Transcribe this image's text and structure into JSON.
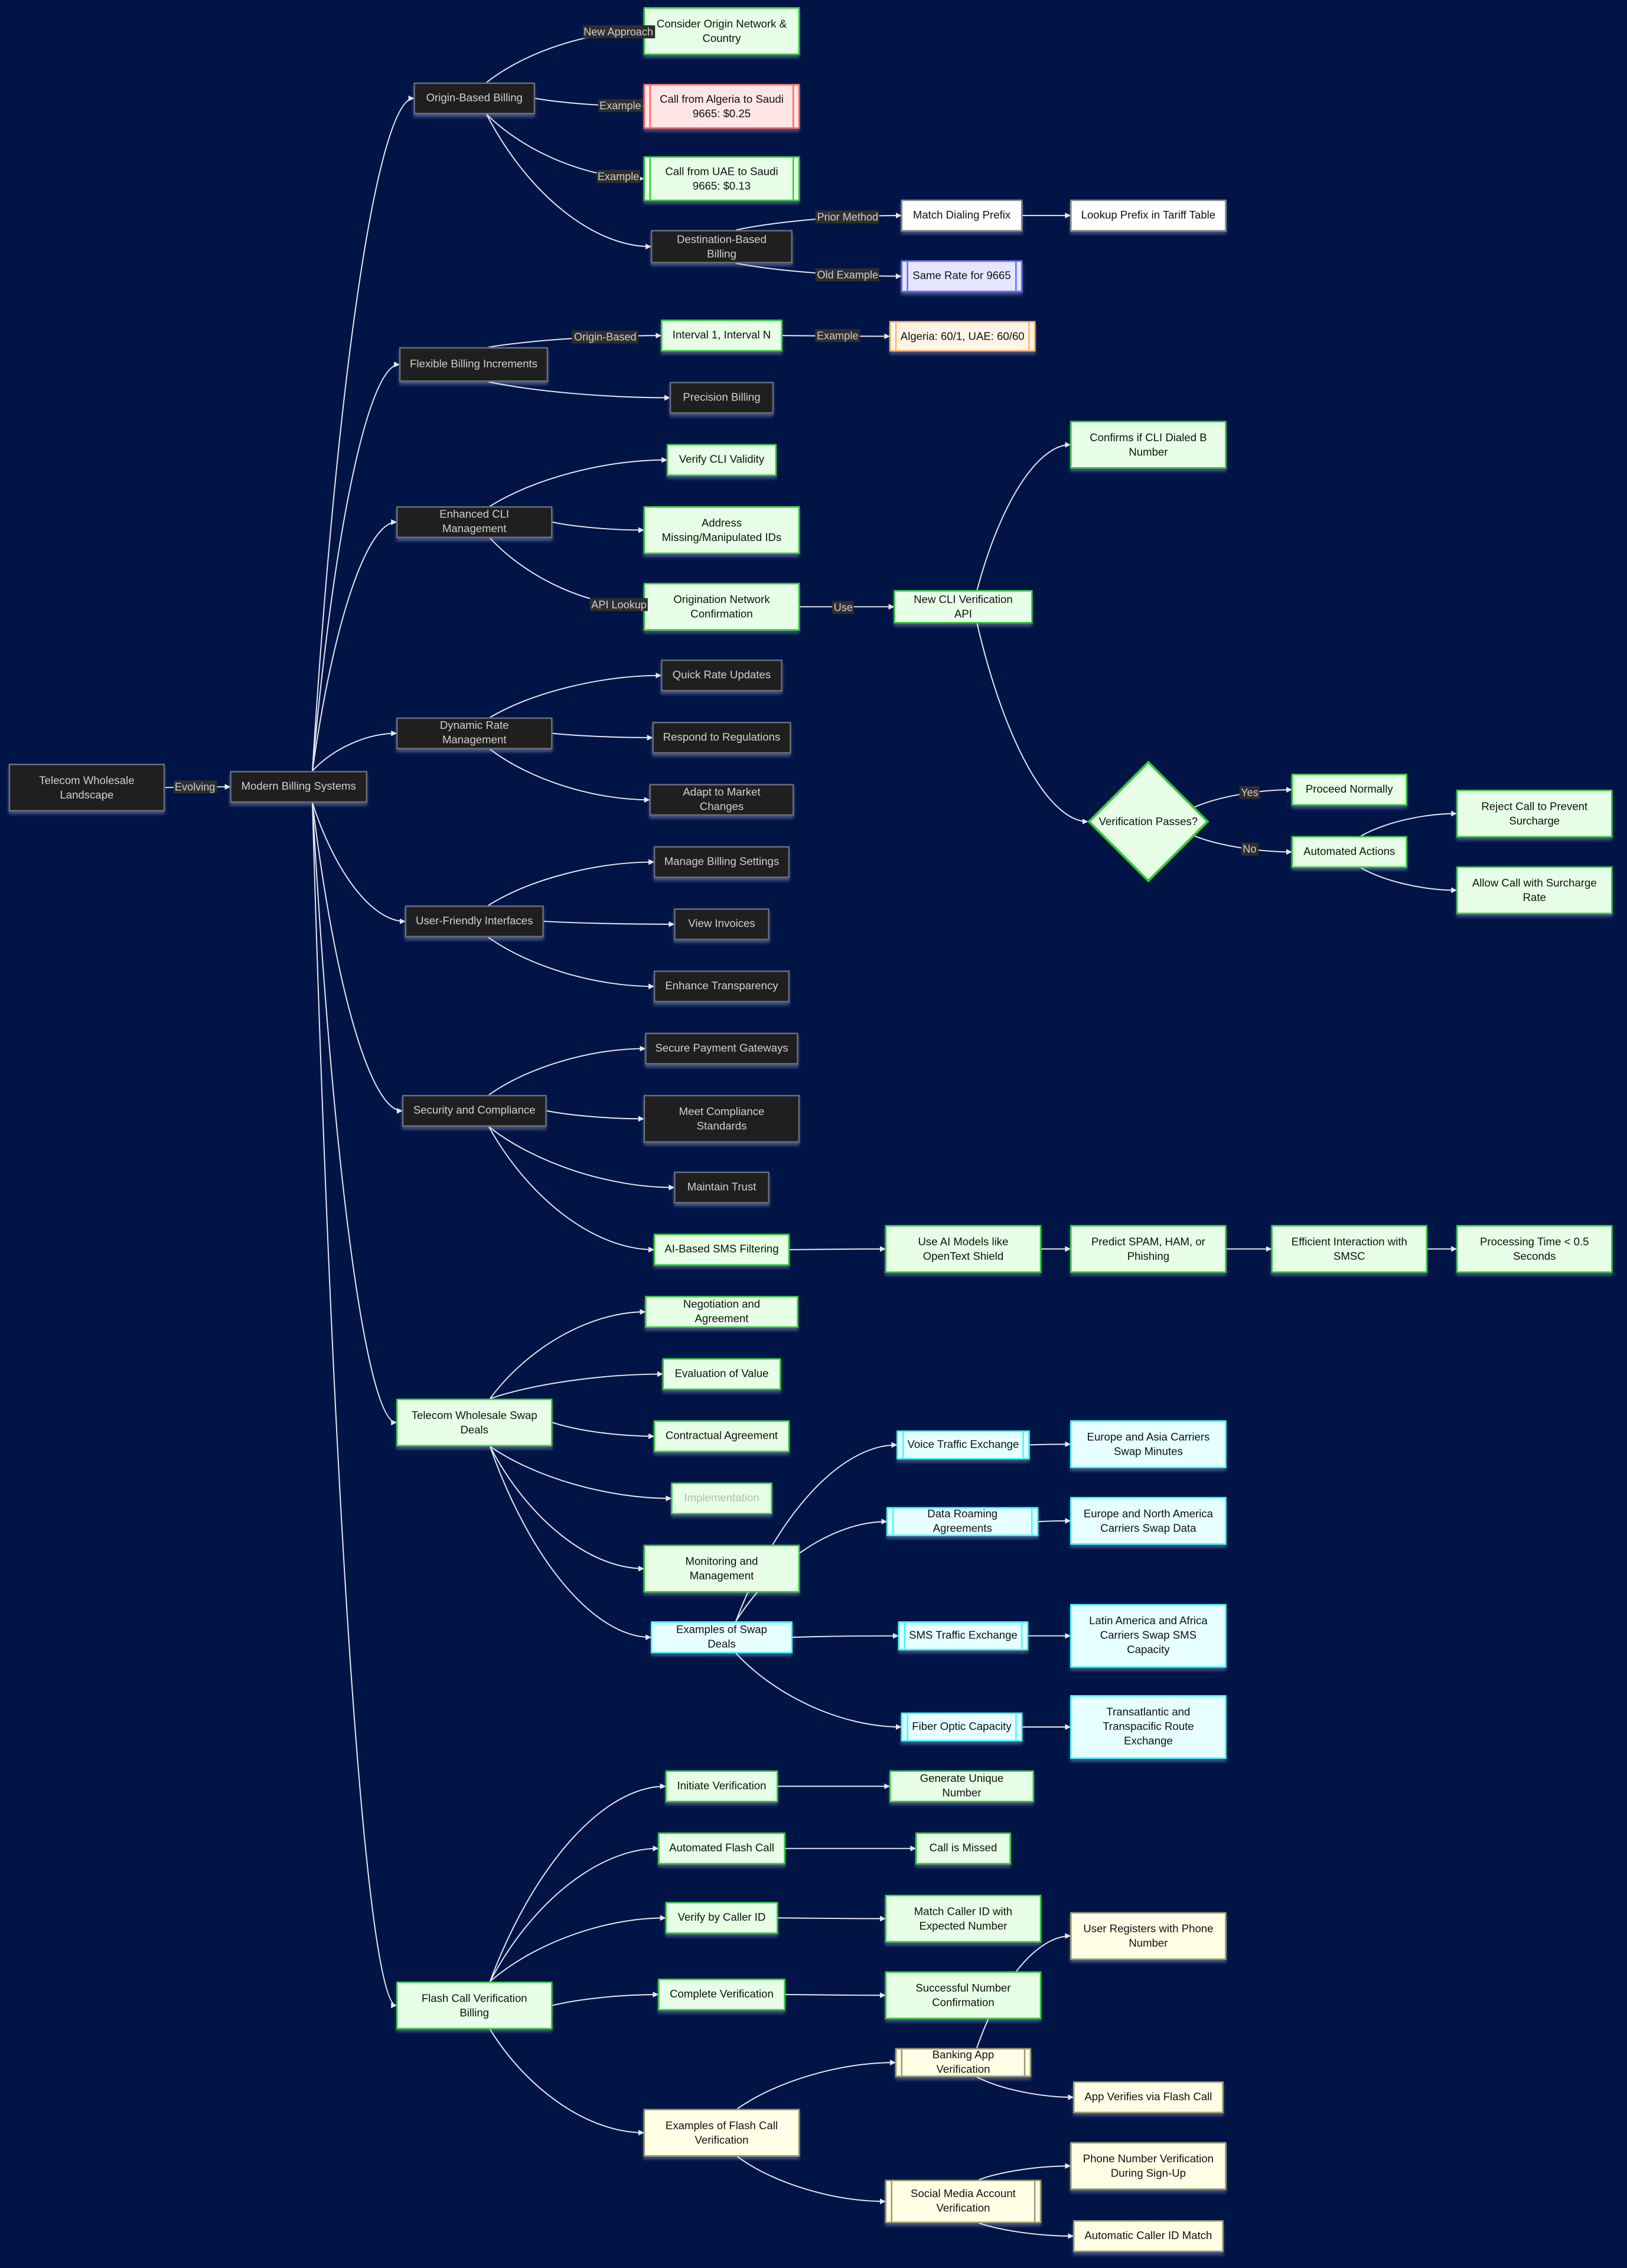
{
  "title": "Telecom Wholesale Landscape",
  "colors": {
    "background": "#001446",
    "edge": "#e8e8f0",
    "green": "#33cc33",
    "cyan": "#33ffff",
    "red": "#ff6666",
    "yellow": "#999966",
    "lavender": "#6666ff",
    "orange": "#ffb366"
  },
  "nodes": {
    "root": "Telecom Wholesale Landscape",
    "mbs": "Modern Billing Systems",
    "obb": "Origin-Based Billing",
    "com": "Consider Origin Network & Country",
    "alg": "Call from Algeria to Saudi 9665: $0.25",
    "uae": "Call from UAE to Saudi 9665: $0.13",
    "dbb": "Destination-Based Billing",
    "mdp": "Match Dialing Prefix",
    "lpt": "Lookup Prefix in Tariff Table",
    "srf": "Same Rate for 9665",
    "fbi": "Flexible Billing Increments",
    "int": "Interval 1, Interval N",
    "alg2": "Algeria: 60/1, UAE: 60/60",
    "pb": "Precision Billing",
    "ecm": "Enhanced CLI Management",
    "vcv": "Verify CLI Validity",
    "amm": "Address Missing/Manipulated IDs",
    "onc": "Origination Network Confirmation",
    "ncv": "New CLI Verification API",
    "cdb": "Confirms if CLI Dialed B Number",
    "vp": "Verification Passes?",
    "pn": "Proceed Normally",
    "aa": "Automated Actions",
    "rcp": "Reject Call to Prevent Surcharge",
    "acs": "Allow Call with Surcharge Rate",
    "drm": "Dynamic Rate Management",
    "qru": "Quick Rate Updates",
    "rtr": "Respond to Regulations",
    "amc": "Adapt to Market Changes",
    "ufi": "User-Friendly Interfaces",
    "mbs2": "Manage Billing Settings",
    "vi": "View Invoices",
    "et": "Enhance Transparency",
    "sc": "Security and Compliance",
    "spg": "Secure Payment Gateways",
    "mcs": "Meet Compliance Standards",
    "mt": "Maintain Trust",
    "ais": "AI-Based SMS Filtering",
    "uai": "Use AI Models like OpenText Shield",
    "psh": "Predict SPAM, HAM, or Phishing",
    "eis": "Efficient Interaction with SMSC",
    "pt": "Processing Time < 0.5 Seconds",
    "tws": "Telecom Wholesale Swap Deals",
    "na": "Negotiation and Agreement",
    "ev": "Evaluation of Value",
    "ca": "Contractual Agreement",
    "imp": "Implementation",
    "mm": "Monitoring and Management",
    "esd": "Examples of Swap Deals",
    "vte": "Voice Traffic Exchange",
    "dra": "Data Roaming Agreements",
    "ste": "SMS Traffic Exchange",
    "foc": "Fiber Optic Capacity",
    "eas": "Europe and Asia Carriers Swap Minutes",
    "ena": "Europe and North America Carriers Swap Data",
    "lac": "Latin America and Africa Carriers Swap SMS Capacity",
    "ttr": "Transatlantic and Transpacific Route Exchange",
    "fcv": "Flash Call Verification Billing",
    "ifv": "Initiate Verification",
    "gun": "Generate Unique Number",
    "afc": "Automated Flash Call",
    "cim": "Call is Missed",
    "vci": "Verify by Caller ID",
    "mci": "Match Caller ID with Expected Number",
    "cv": "Complete Verification",
    "snc": "Successful Number Confirmation",
    "efc": "Examples of Flash Call Verification",
    "bav": "Banking App Verification",
    "sma": "Social Media Account Verification",
    "urp": "User Registers with Phone Number",
    "avf": "App Verifies via Flash Call",
    "pnv": "Phone Number Verification During Sign-Up",
    "acm": "Automatic Caller ID Match"
  },
  "edges": [
    {
      "from": "root",
      "to": "mbs",
      "label": "Evolving"
    },
    {
      "from": "mbs",
      "to": "obb"
    },
    {
      "from": "mbs",
      "to": "fbi"
    },
    {
      "from": "mbs",
      "to": "ecm"
    },
    {
      "from": "mbs",
      "to": "drm"
    },
    {
      "from": "mbs",
      "to": "ufi"
    },
    {
      "from": "mbs",
      "to": "sc"
    },
    {
      "from": "mbs",
      "to": "tws"
    },
    {
      "from": "mbs",
      "to": "fcv"
    },
    {
      "from": "obb",
      "to": "com",
      "label": "New Approach"
    },
    {
      "from": "obb",
      "to": "alg",
      "label": "Example"
    },
    {
      "from": "obb",
      "to": "uae",
      "label": "Example"
    },
    {
      "from": "obb",
      "to": "dbb"
    },
    {
      "from": "dbb",
      "to": "mdp",
      "label": "Prior Method"
    },
    {
      "from": "dbb",
      "to": "srf",
      "label": "Old Example"
    },
    {
      "from": "mdp",
      "to": "lpt"
    },
    {
      "from": "fbi",
      "to": "int",
      "label": "Origin-Based"
    },
    {
      "from": "fbi",
      "to": "pb"
    },
    {
      "from": "int",
      "to": "alg2",
      "label": "Example"
    },
    {
      "from": "ecm",
      "to": "vcv"
    },
    {
      "from": "ecm",
      "to": "amm"
    },
    {
      "from": "ecm",
      "to": "onc",
      "label": "API Lookup"
    },
    {
      "from": "onc",
      "to": "ncv",
      "label": "Use"
    },
    {
      "from": "ncv",
      "to": "cdb"
    },
    {
      "from": "ncv",
      "to": "vp"
    },
    {
      "from": "vp",
      "to": "pn",
      "label": "Yes"
    },
    {
      "from": "vp",
      "to": "aa",
      "label": "No"
    },
    {
      "from": "aa",
      "to": "rcp"
    },
    {
      "from": "aa",
      "to": "acs"
    },
    {
      "from": "drm",
      "to": "qru"
    },
    {
      "from": "drm",
      "to": "rtr"
    },
    {
      "from": "drm",
      "to": "amc"
    },
    {
      "from": "ufi",
      "to": "mbs2"
    },
    {
      "from": "ufi",
      "to": "vi"
    },
    {
      "from": "ufi",
      "to": "et"
    },
    {
      "from": "sc",
      "to": "spg"
    },
    {
      "from": "sc",
      "to": "mcs"
    },
    {
      "from": "sc",
      "to": "mt"
    },
    {
      "from": "sc",
      "to": "ais"
    },
    {
      "from": "ais",
      "to": "uai"
    },
    {
      "from": "uai",
      "to": "psh"
    },
    {
      "from": "psh",
      "to": "eis"
    },
    {
      "from": "eis",
      "to": "pt"
    },
    {
      "from": "tws",
      "to": "na"
    },
    {
      "from": "tws",
      "to": "ev"
    },
    {
      "from": "tws",
      "to": "ca"
    },
    {
      "from": "tws",
      "to": "imp"
    },
    {
      "from": "tws",
      "to": "mm"
    },
    {
      "from": "tws",
      "to": "esd"
    },
    {
      "from": "esd",
      "to": "vte"
    },
    {
      "from": "esd",
      "to": "dra"
    },
    {
      "from": "esd",
      "to": "ste"
    },
    {
      "from": "esd",
      "to": "foc"
    },
    {
      "from": "vte",
      "to": "eas"
    },
    {
      "from": "dra",
      "to": "ena"
    },
    {
      "from": "ste",
      "to": "lac"
    },
    {
      "from": "foc",
      "to": "ttr"
    },
    {
      "from": "fcv",
      "to": "ifv"
    },
    {
      "from": "fcv",
      "to": "afc"
    },
    {
      "from": "fcv",
      "to": "vci"
    },
    {
      "from": "fcv",
      "to": "cv"
    },
    {
      "from": "fcv",
      "to": "efc"
    },
    {
      "from": "ifv",
      "to": "gun"
    },
    {
      "from": "afc",
      "to": "cim"
    },
    {
      "from": "vci",
      "to": "mci"
    },
    {
      "from": "cv",
      "to": "snc"
    },
    {
      "from": "efc",
      "to": "bav"
    },
    {
      "from": "efc",
      "to": "sma"
    },
    {
      "from": "bav",
      "to": "urp"
    },
    {
      "from": "bav",
      "to": "avf"
    },
    {
      "from": "sma",
      "to": "pnv"
    },
    {
      "from": "sma",
      "to": "acm"
    }
  ]
}
